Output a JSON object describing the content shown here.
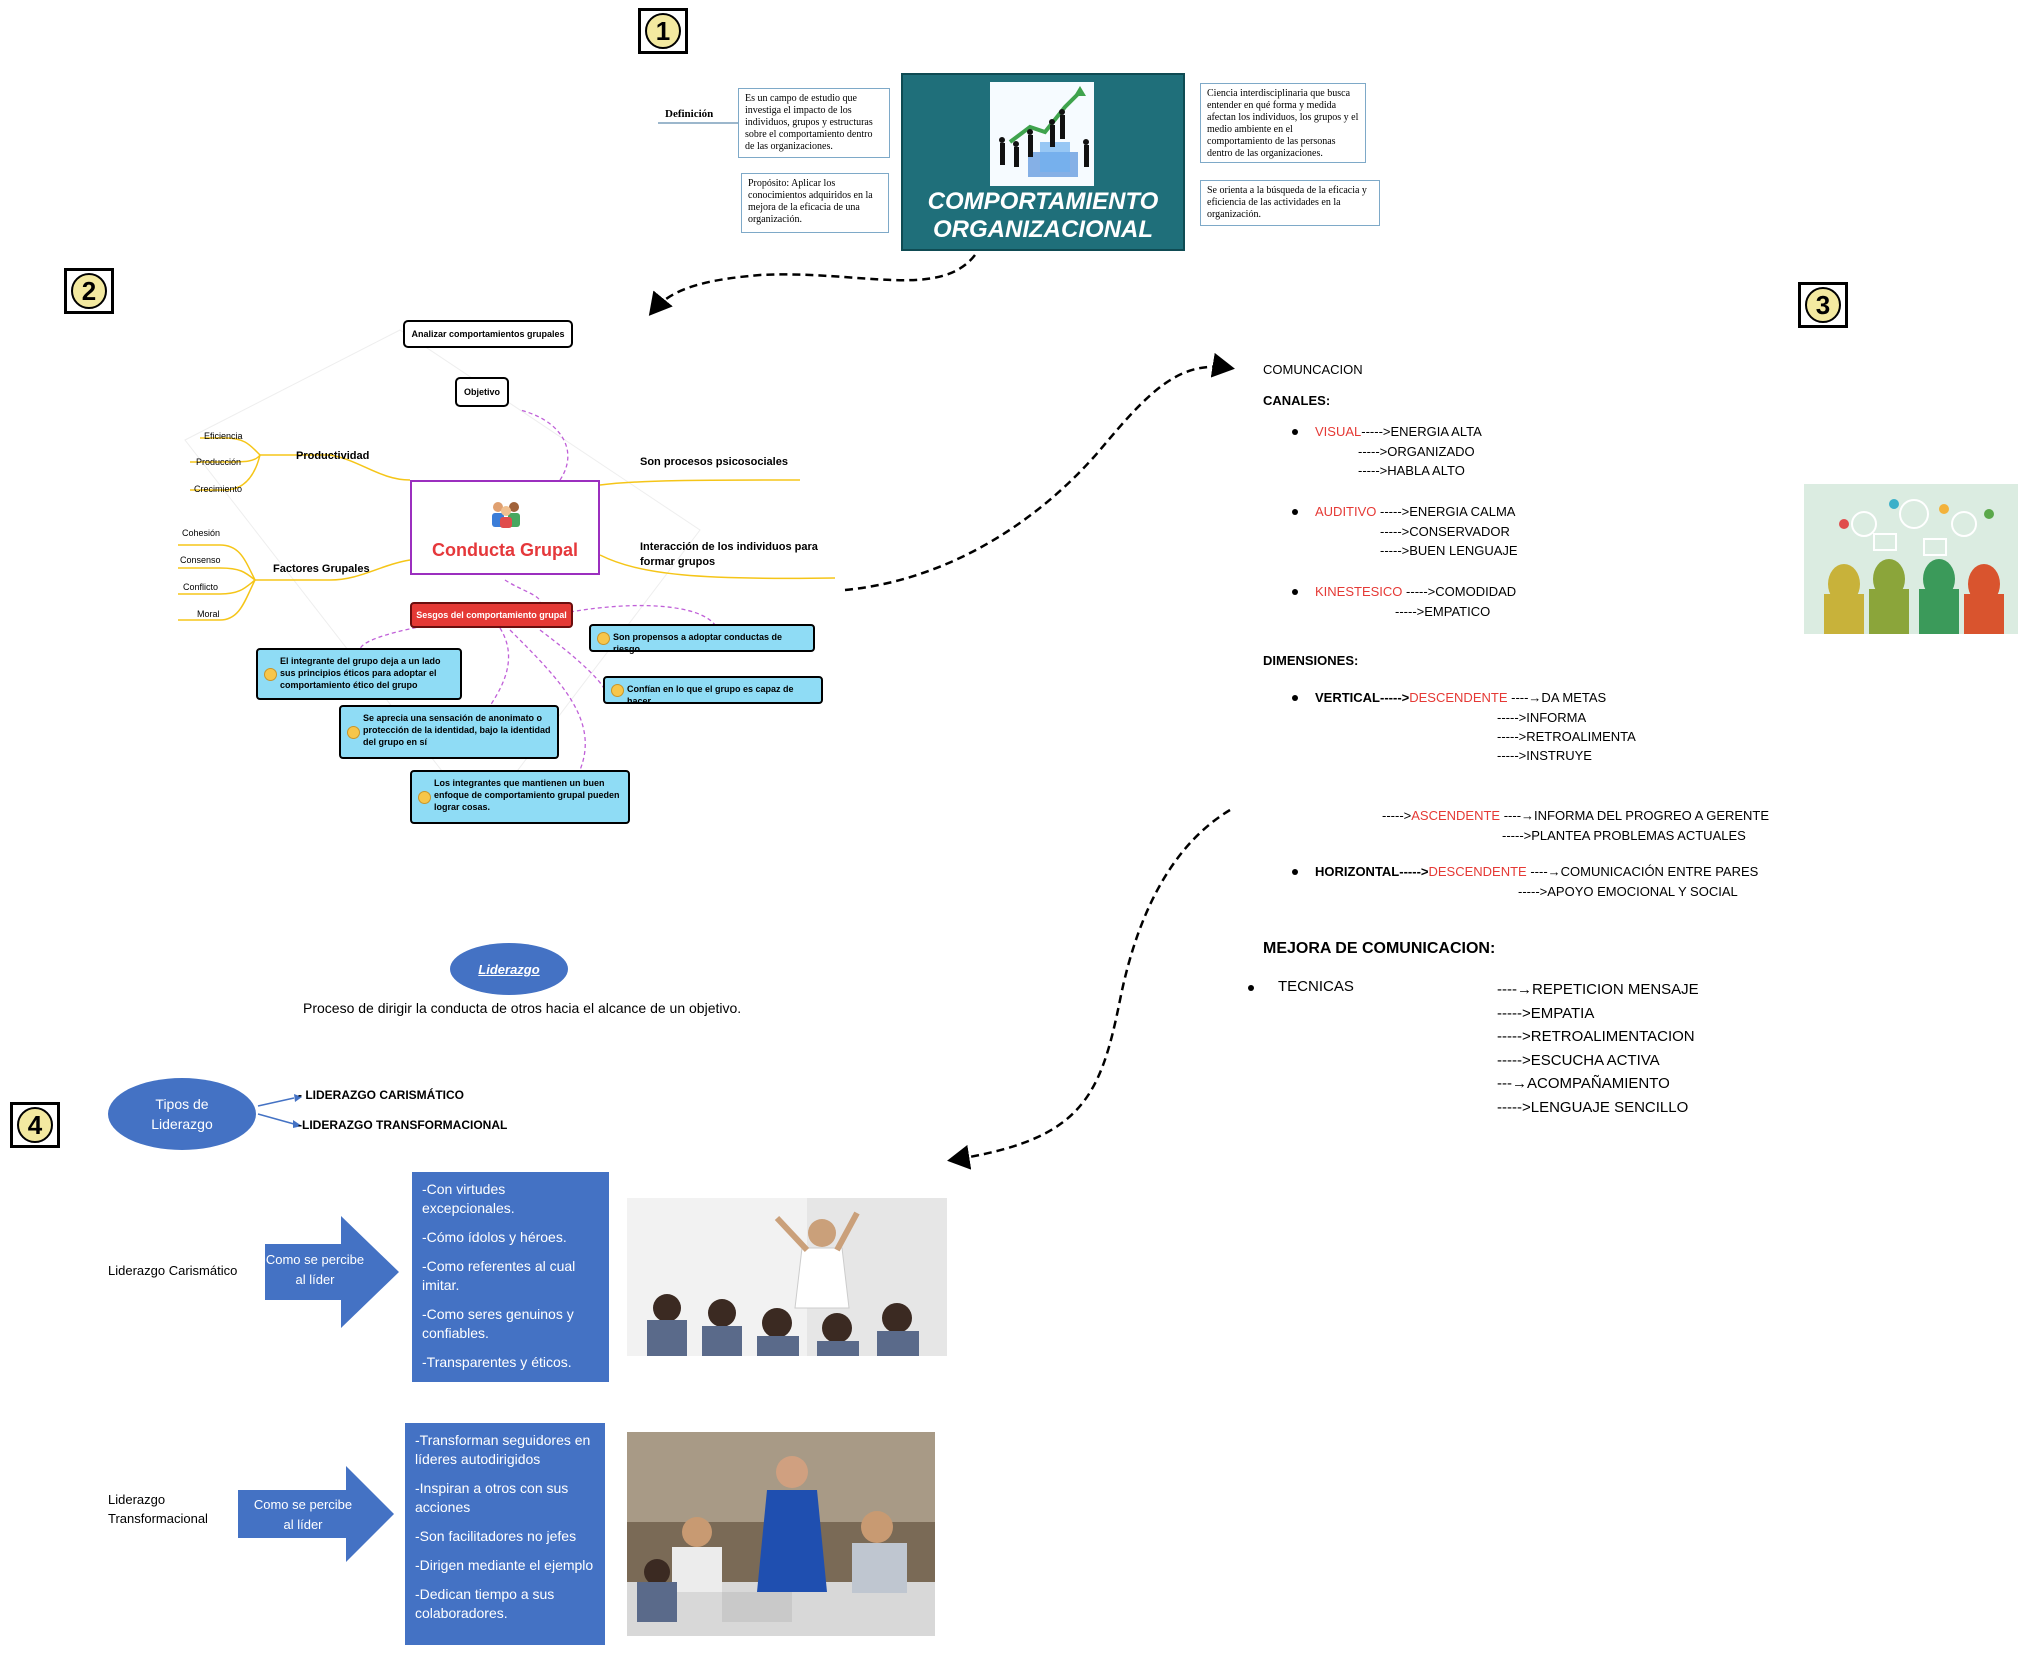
{
  "badges": [
    "1",
    "2",
    "3",
    "4"
  ],
  "section1": {
    "title_line1": "COMPORTAMIENTO",
    "title_line2": "ORGANIZACIONAL",
    "definicion_label": "Definición",
    "definicion_text": "Es un campo de estudio que investiga el impacto de los individuos, grupos y estructuras sobre el comportamiento dentro de las organizaciones.",
    "proposito_text": "Propósito: Aplicar los conocimientos adquiridos en la mejora de la eficacia de una organización.",
    "ciencia_text": "Ciencia interdisciplinaria que busca entender en qué forma y medida afectan los individuos, los grupos y el medio ambiente en el comportamiento de las personas dentro de las organizaciones.",
    "orienta_text": "Se orienta a la búsqueda de la eficacia y eficiencia de las actividades en la organización."
  },
  "section2": {
    "center": "Conducta Grupal",
    "analizar": "Analizar comportamientos grupales",
    "objetivo": "Objetivo",
    "productividad": "Productividad",
    "prod_items": [
      "Eficiencia",
      "Producción",
      "Crecimiento"
    ],
    "factores": "Factores Grupales",
    "fact_items": [
      "Cohesión",
      "Consenso",
      "Conflicto",
      "Moral"
    ],
    "procesos": "Son procesos psicosociales",
    "interaccion": "Interacción de los individuos para formar grupos",
    "sesgos": "Sesgos del comportamiento grupal",
    "blue1": "El integrante del grupo deja a un lado sus principios éticos para adoptar el comportamiento ético del grupo",
    "blue2": "Se aprecia una sensación de anonimato o protección de la identidad, bajo la identidad del grupo en sí",
    "blue3": "Los integrantes que mantienen un buen enfoque de comportamiento grupal pueden lograr cosas.",
    "blue4": "Son propensos a adoptar conductas de riesgo",
    "blue5": "Confían en lo que el grupo es capaz de hacer"
  },
  "section3": {
    "comunicacion": "COMUNCACION",
    "canales": "CANALES:",
    "visual": "VISUAL",
    "visual_items": [
      "----->ENERGIA ALTA",
      "----->ORGANIZADO",
      "----->HABLA ALTO"
    ],
    "auditivo": "AUDITIVO",
    "auditivo_items": [
      " ----->ENERGIA CALMA",
      "----->CONSERVADOR",
      "----->BUEN LENGUAJE"
    ],
    "kinestesico": "KINESTESICO",
    "kinestesico_items": [
      " ----->COMODIDAD",
      "----->EMPATICO"
    ],
    "dimensiones": "DIMENSIONES:",
    "vertical": "VERTICAL----->",
    "descendente": "DESCENDENTE",
    "vert_desc_items": [
      " ----→DA METAS",
      "----->INFORMA",
      "----->RETROALIMENTA",
      "----->INSTRUYE"
    ],
    "asc_prefix": "----->",
    "ascendente": "ASCENDENTE",
    "vert_asc_items": [
      " ----→INFORMA DEL PROGREO A GERENTE",
      "----->PLANTEA PROBLEMAS ACTUALES"
    ],
    "horizontal": "HORIZONTAL----->",
    "horiz_items": [
      " ----→COMUNICACIÓN ENTRE PARES",
      "----->APOYO EMOCIONAL Y SOCIAL"
    ],
    "mejora": "MEJORA DE COMUNICACION:",
    "tecnicas": "TECNICAS",
    "tecnicas_items": [
      "----→REPETICION MENSAJE",
      "----->EMPATIA",
      "----->RETROALIMENTACION",
      "----->ESCUCHA ACTIVA",
      "---→ACOMPAÑAMIENTO",
      "----->LENGUAJE SENCILLO"
    ]
  },
  "section4": {
    "liderazgo": "Liderazgo",
    "definicion": "Proceso de dirigir la conducta de otros hacia el alcance de un objetivo.",
    "tipos": "Tipos de Liderazgo",
    "tipo1": "- LIDERAZGO CARISMÁTICO",
    "tipo2": "-LIDERAZGO TRANSFORMACIONAL",
    "carismatico_label": "Liderazgo Carismático",
    "transformacional_label": "Liderazgo Transformacional",
    "arrow1": "Como se percibe al líder",
    "arrow2": "Como se percibe al líder",
    "caris_items": [
      "-Con virtudes excepcionales.",
      "-Cómo ídolos y héroes.",
      "-Como referentes al cual imitar.",
      "-Como seres genuinos y confiables.",
      "-Transparentes y éticos."
    ],
    "trans_items": [
      "-Transforman seguidores en líderes autodirigidos",
      "-Inspiran a otros con sus acciones",
      "-Son facilitadores no jefes",
      "-Dirigen mediante el ejemplo",
      "-Dedican tiempo a sus colaboradores."
    ]
  }
}
